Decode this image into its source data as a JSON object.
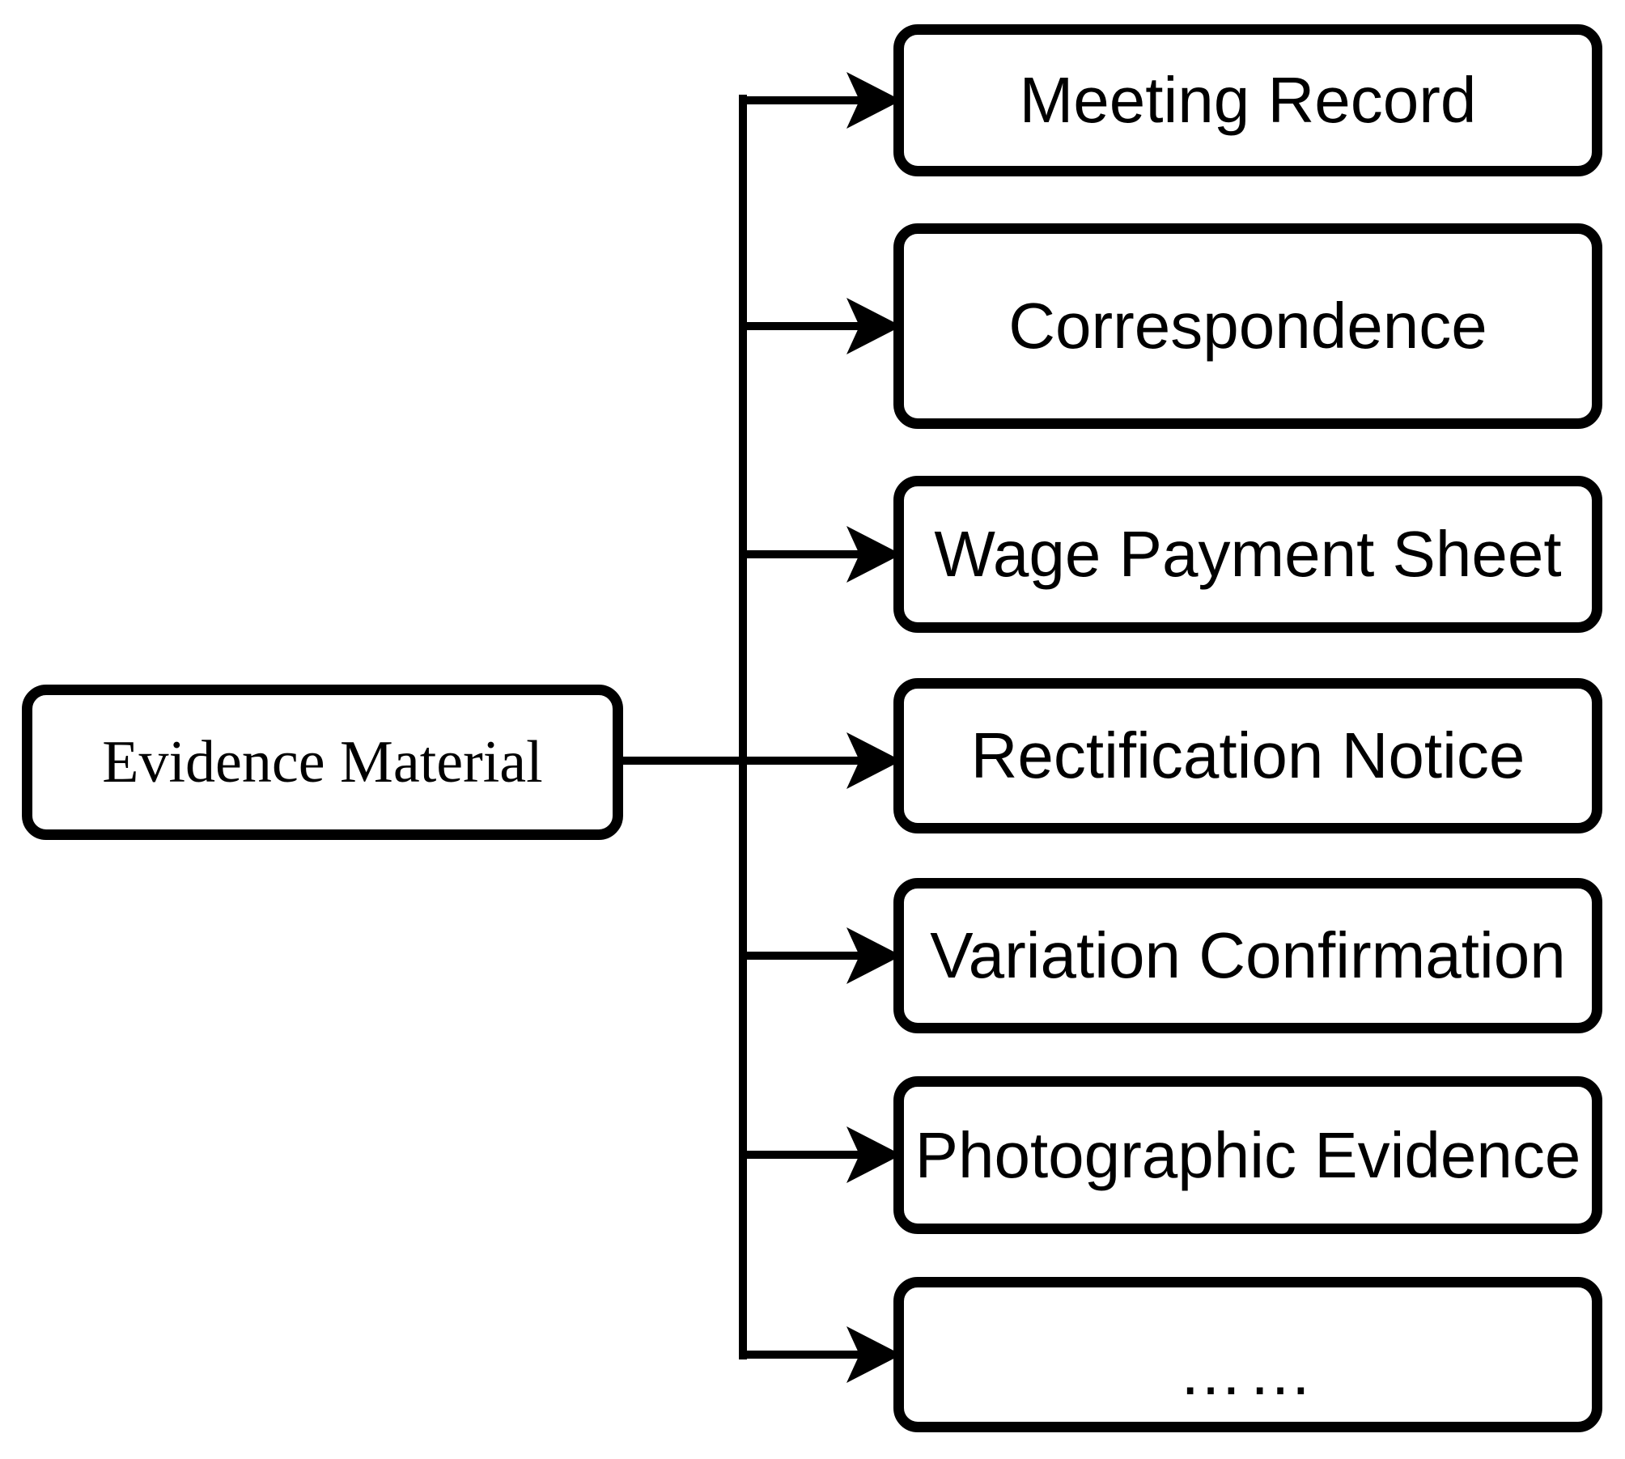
{
  "diagram": {
    "type": "tree-flowchart",
    "direction": "left-to-right",
    "colors": {
      "background": "#ffffff",
      "node_fill": "#ffffff",
      "node_border": "#000000",
      "connector": "#000000",
      "text": "#000000"
    },
    "root": {
      "label": "Evidence Material"
    },
    "children": [
      {
        "label": "Meeting Record"
      },
      {
        "label": "Correspondence"
      },
      {
        "label": "Wage Payment Sheet"
      },
      {
        "label": "Rectification Notice"
      },
      {
        "label": "Variation Confirmation"
      },
      {
        "label": "Photographic Evidence"
      },
      {
        "label": "……"
      }
    ]
  }
}
